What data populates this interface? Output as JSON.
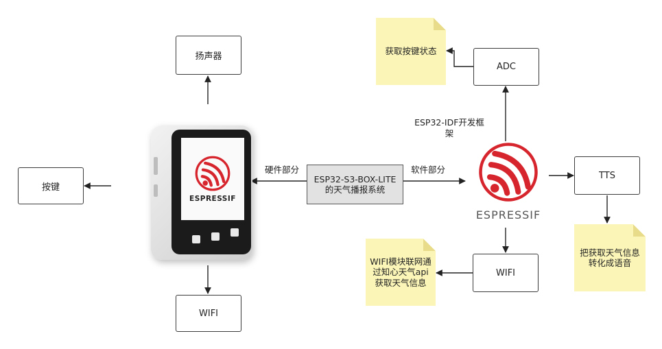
{
  "nodes": {
    "speaker": "扬声器",
    "keys": "按键",
    "wifi_left": "WIFI",
    "center": "ESP32-S3-BOX-LITE的天气播报系统",
    "adc": "ADC",
    "tts": "TTS",
    "wifi_right": "WIFI"
  },
  "notes": {
    "key_state": "获取按键状态",
    "wifi_info": "WIFI模块联网通过知心天气api获取天气信息",
    "tts_info": "把获取天气信息转化成语音"
  },
  "edge_labels": {
    "hardware": "硬件部分",
    "software": "软件部分",
    "framework": "ESP32-IDF开发框架"
  },
  "device": {
    "logo_text": "ESPRESSIF"
  },
  "logo": {
    "text": "ESPRESSIF"
  },
  "colors": {
    "brand_red": "#d7252d",
    "note_yellow": "#fbf6b8",
    "center_fill": "#e2e2e2"
  }
}
